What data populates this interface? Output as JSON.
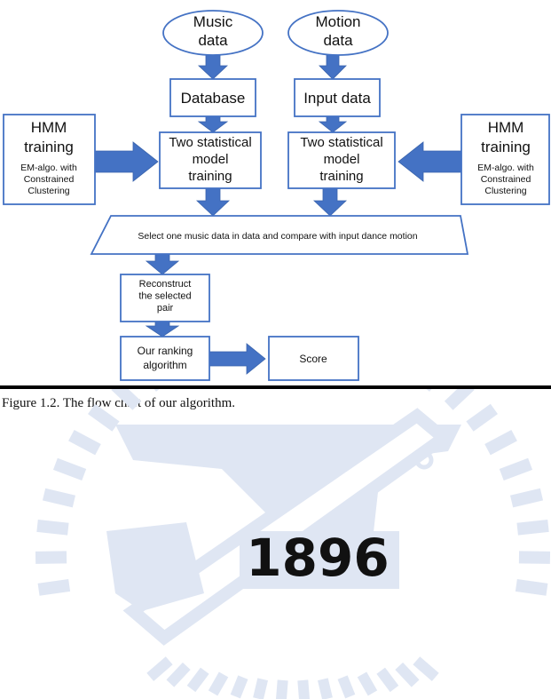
{
  "colors": {
    "stroke": "#4472c4",
    "arrow": "#4472c4",
    "watermark": "#dfe6f3",
    "text": "#111111"
  },
  "nodes": {
    "music_data": [
      "Music",
      "data"
    ],
    "motion_data": [
      "Motion",
      "data"
    ],
    "database": [
      "Database"
    ],
    "input_data": [
      "Input data"
    ],
    "hmm_left_title": [
      "HMM",
      "training"
    ],
    "hmm_left_sub": [
      "EM-algo. with",
      "Constrained",
      "Clustering"
    ],
    "hmm_right_title": [
      "HMM",
      "training"
    ],
    "hmm_right_sub": [
      "EM-algo. with",
      "Constrained",
      "Clustering"
    ],
    "model_left": [
      "Two statistical",
      "model",
      "training"
    ],
    "model_right": [
      "Two statistical",
      "model",
      "training"
    ],
    "select": [
      "Select one music data in data and compare with input dance motion"
    ],
    "reconstruct": [
      "Reconstruct",
      "the selected",
      "pair"
    ],
    "ranking": [
      "Our ranking",
      "algorithm"
    ],
    "score": [
      "Score"
    ]
  },
  "caption": "Figure 1.2. The flow chart of our algorithm.",
  "watermark": {
    "year": "1896",
    "icon": "university-seal-watermark"
  }
}
